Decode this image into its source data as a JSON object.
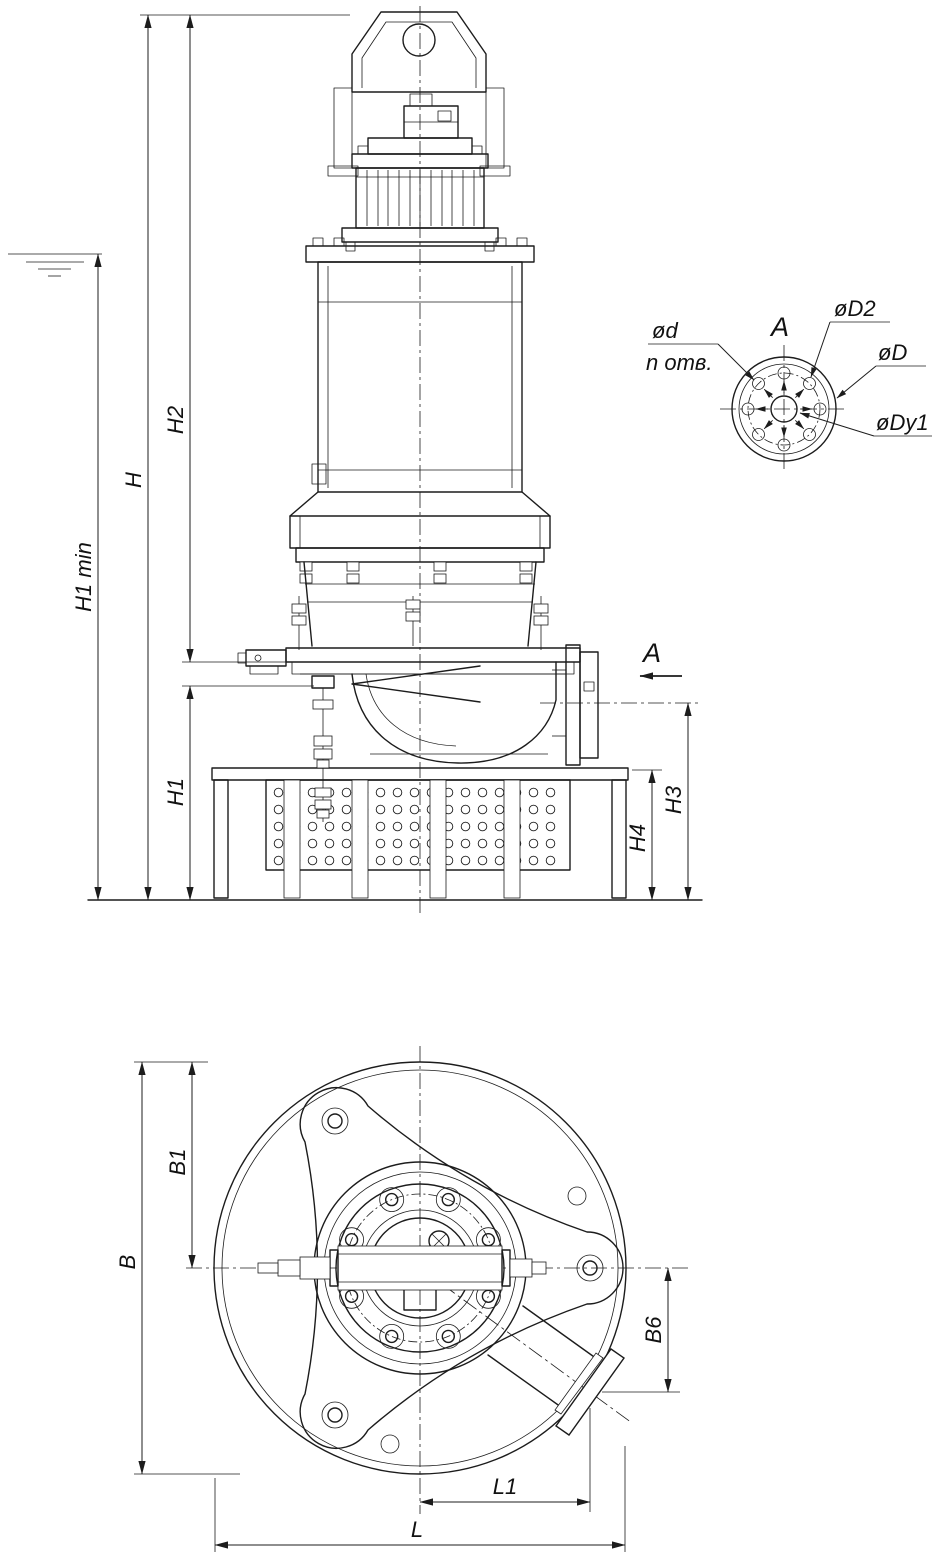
{
  "drawing": {
    "background_color": "#ffffff",
    "line_color": "#1c1c1c",
    "front_view": {
      "dims": {
        "h1min": "H1 min",
        "h": "H",
        "h2": "H2",
        "h1": "H1",
        "h3": "H3",
        "h4": "H4"
      },
      "section_label": "A"
    },
    "flange_detail": {
      "title": "A",
      "callouts": {
        "hole_dia": "ød",
        "hole_count": "n отв.",
        "bolt_circle_dia": "øD2",
        "outer_dia": "øD",
        "branch_bore": "øDy1"
      }
    },
    "top_view": {
      "dims": {
        "b": "B",
        "b1": "B1",
        "b6": "B6",
        "l1": "L1",
        "l": "L"
      }
    }
  }
}
